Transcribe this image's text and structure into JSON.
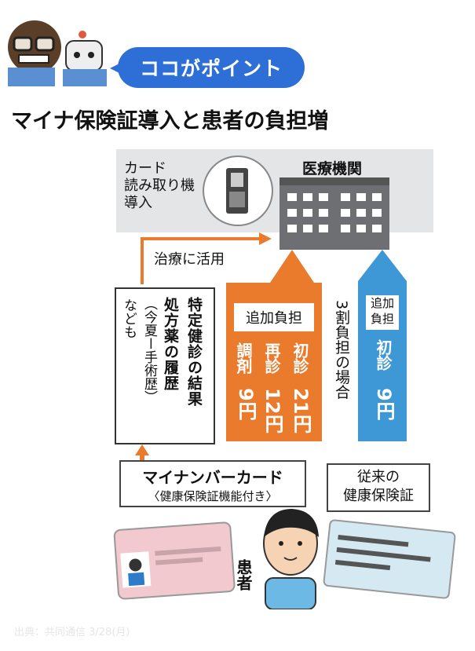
{
  "header": {
    "pill_text": "ココがポイント"
  },
  "title": "マイナ保険証導入と患者の負担増",
  "diagram": {
    "hospital": "医療機関",
    "reader": "カード\n読み取り機\n導入",
    "treatment_use": "治療に活用",
    "history_main": "特定健診の結果",
    "history_main2": "処方薬の履歴",
    "history_sub": "（今夏ー手術歴）",
    "history_sub2": "なども",
    "orange_head": "追加負担",
    "orange_cols": [
      {
        "label": "調剤",
        "value": "9円"
      },
      {
        "label": "再診",
        "value": "12円"
      },
      {
        "label": "初診",
        "value": "21円"
      }
    ],
    "middle_note": "3割負担の場合",
    "blue_head": "追加負担",
    "blue_col": {
      "label": "初診",
      "value": "9円"
    },
    "myna_card": "マイナンバーカード",
    "myna_card_sub": "〈健康保険証機能付き〉",
    "old_card": "従来の\n健康保険証",
    "patient": "患者"
  },
  "footer": {
    "source": "出典：共同通信 3/28(月)"
  },
  "colors": {
    "accent_blue": "#2d6fd6",
    "orange": "#ea7a2c",
    "light_blue": "#3f98d6",
    "gray": "#e4e5e7"
  }
}
